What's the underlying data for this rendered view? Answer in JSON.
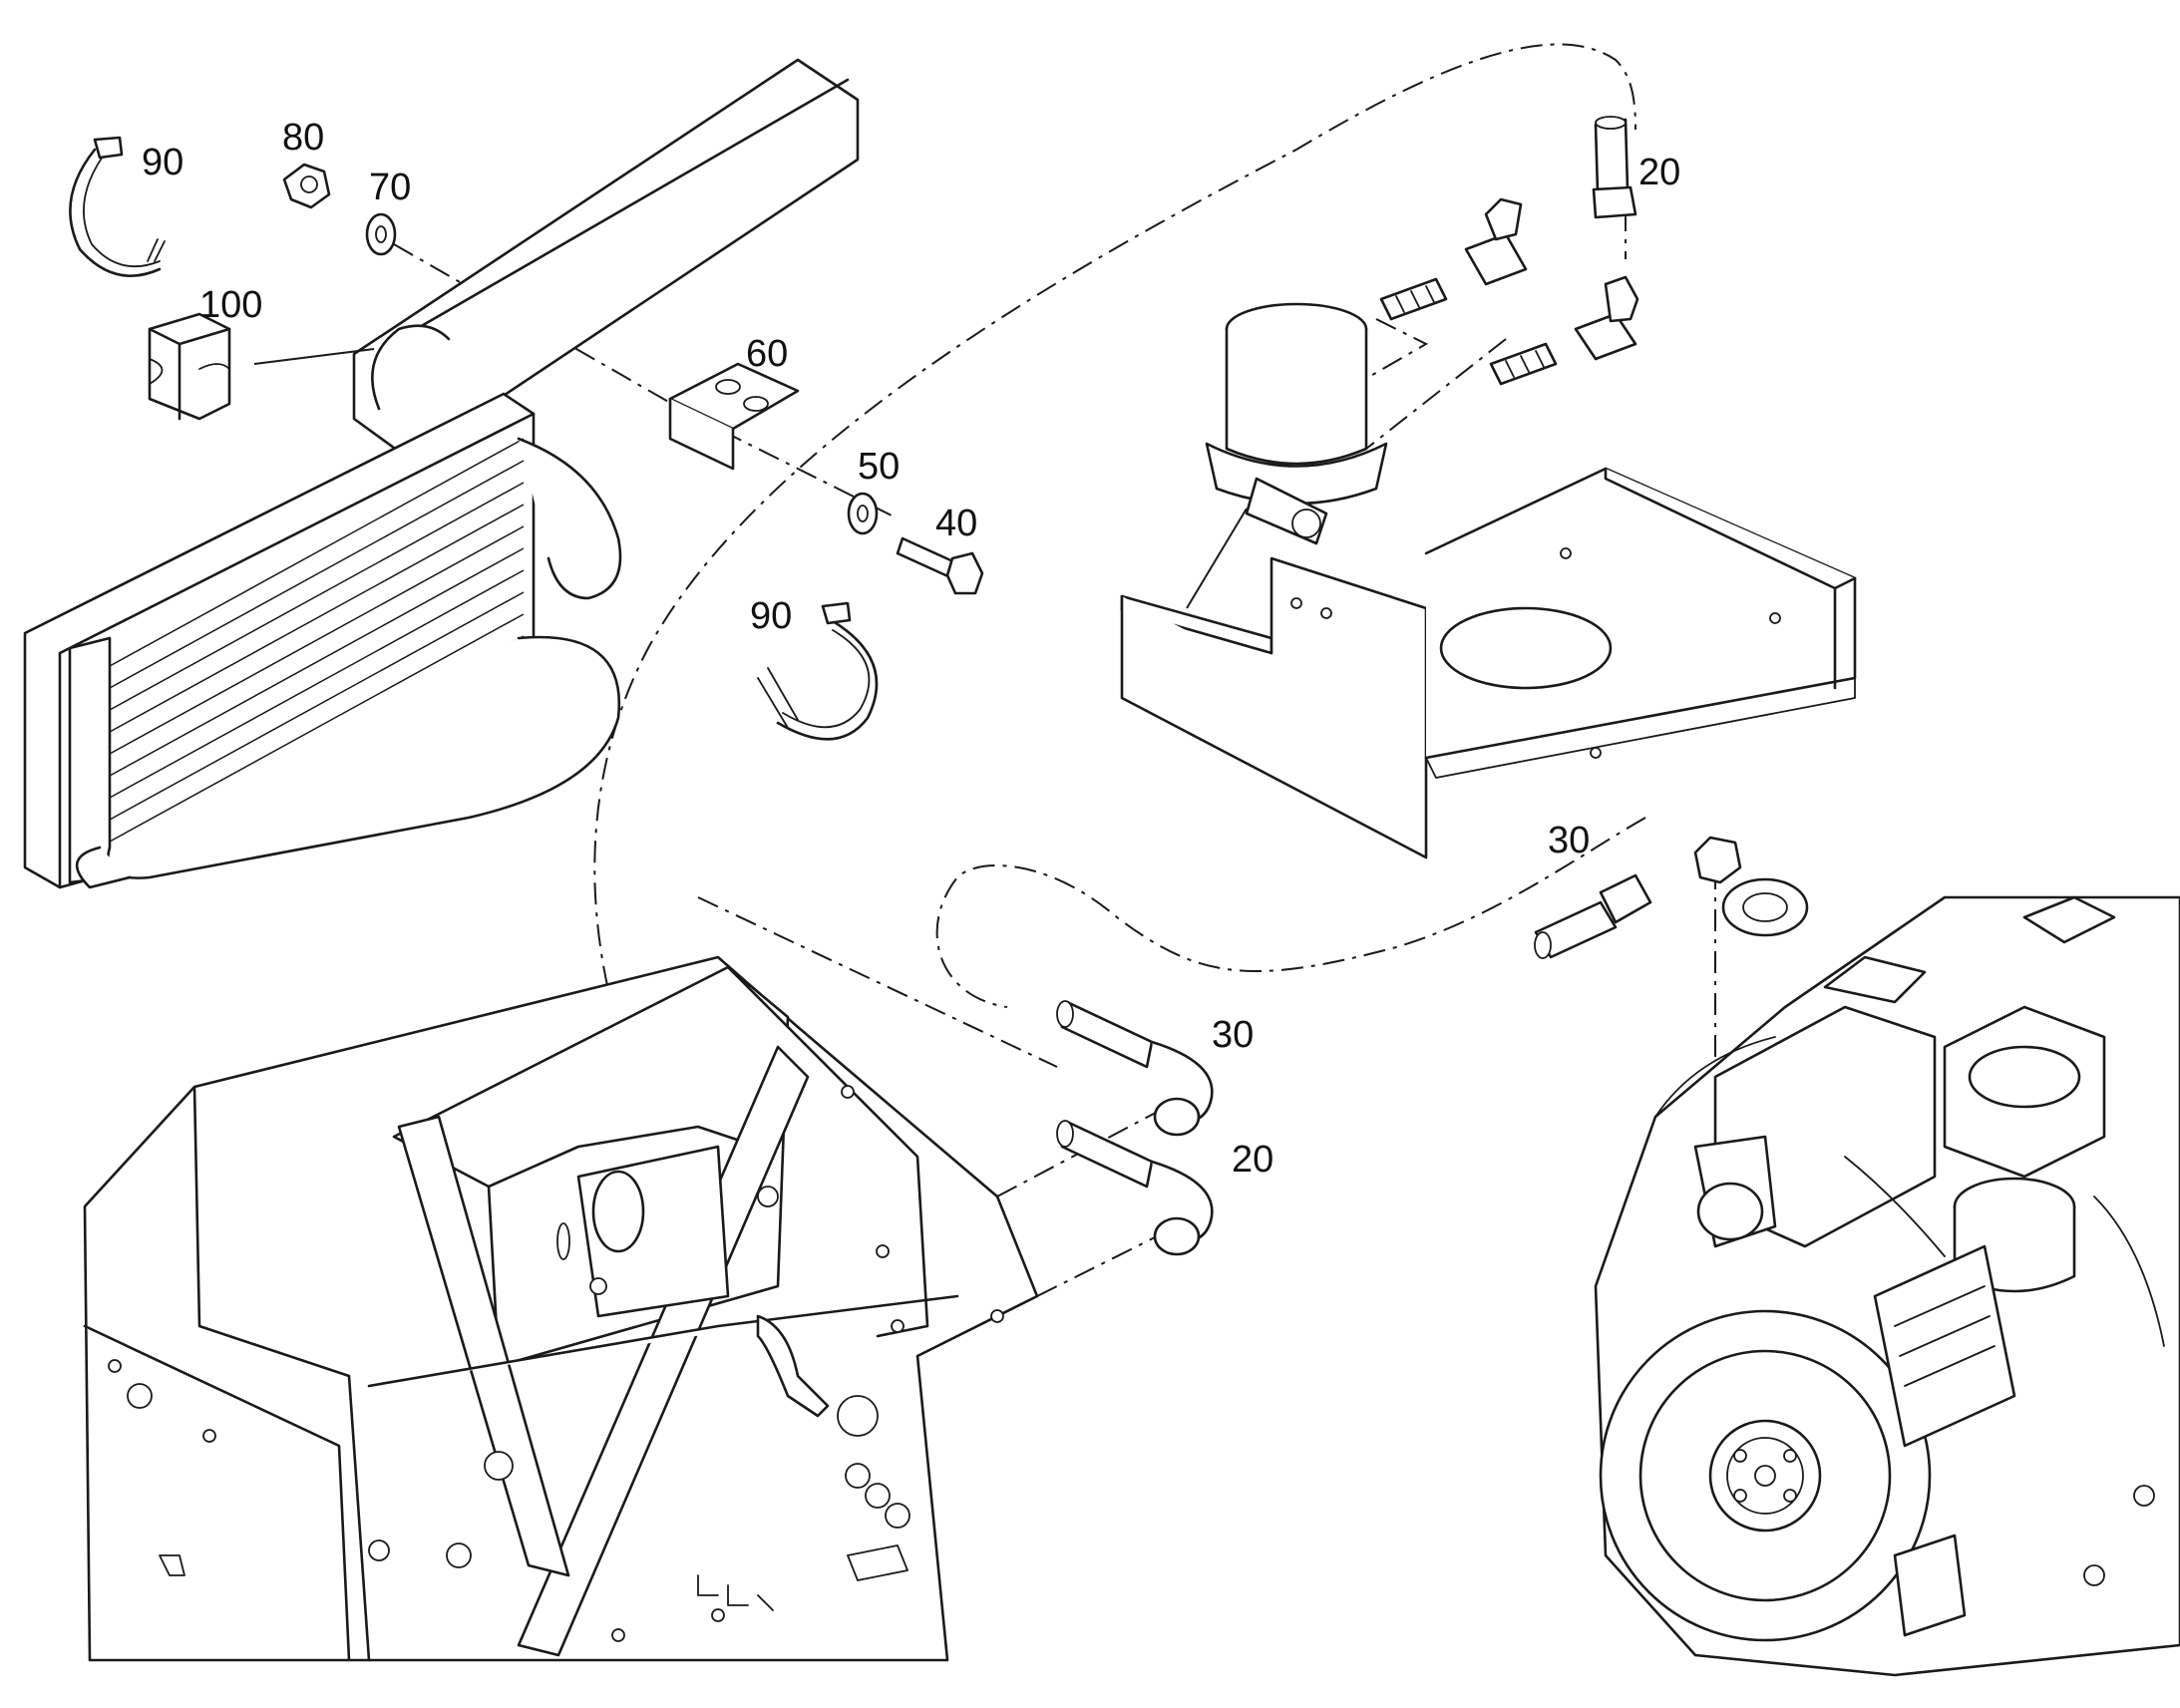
{
  "callouts": [
    {
      "id": "90-top",
      "text": "90"
    },
    {
      "id": "80",
      "text": "80"
    },
    {
      "id": "70",
      "text": "70"
    },
    {
      "id": "100",
      "text": "100"
    },
    {
      "id": "60",
      "text": "60"
    },
    {
      "id": "50",
      "text": "50"
    },
    {
      "id": "40",
      "text": "40"
    },
    {
      "id": "90-mid",
      "text": "90"
    },
    {
      "id": "20-top",
      "text": "20"
    },
    {
      "id": "30-right",
      "text": "30"
    },
    {
      "id": "30-mid",
      "text": "30"
    },
    {
      "id": "20-mid",
      "text": "20"
    }
  ],
  "colors": {
    "line": "#1a1a1a",
    "background": "#ffffff"
  }
}
